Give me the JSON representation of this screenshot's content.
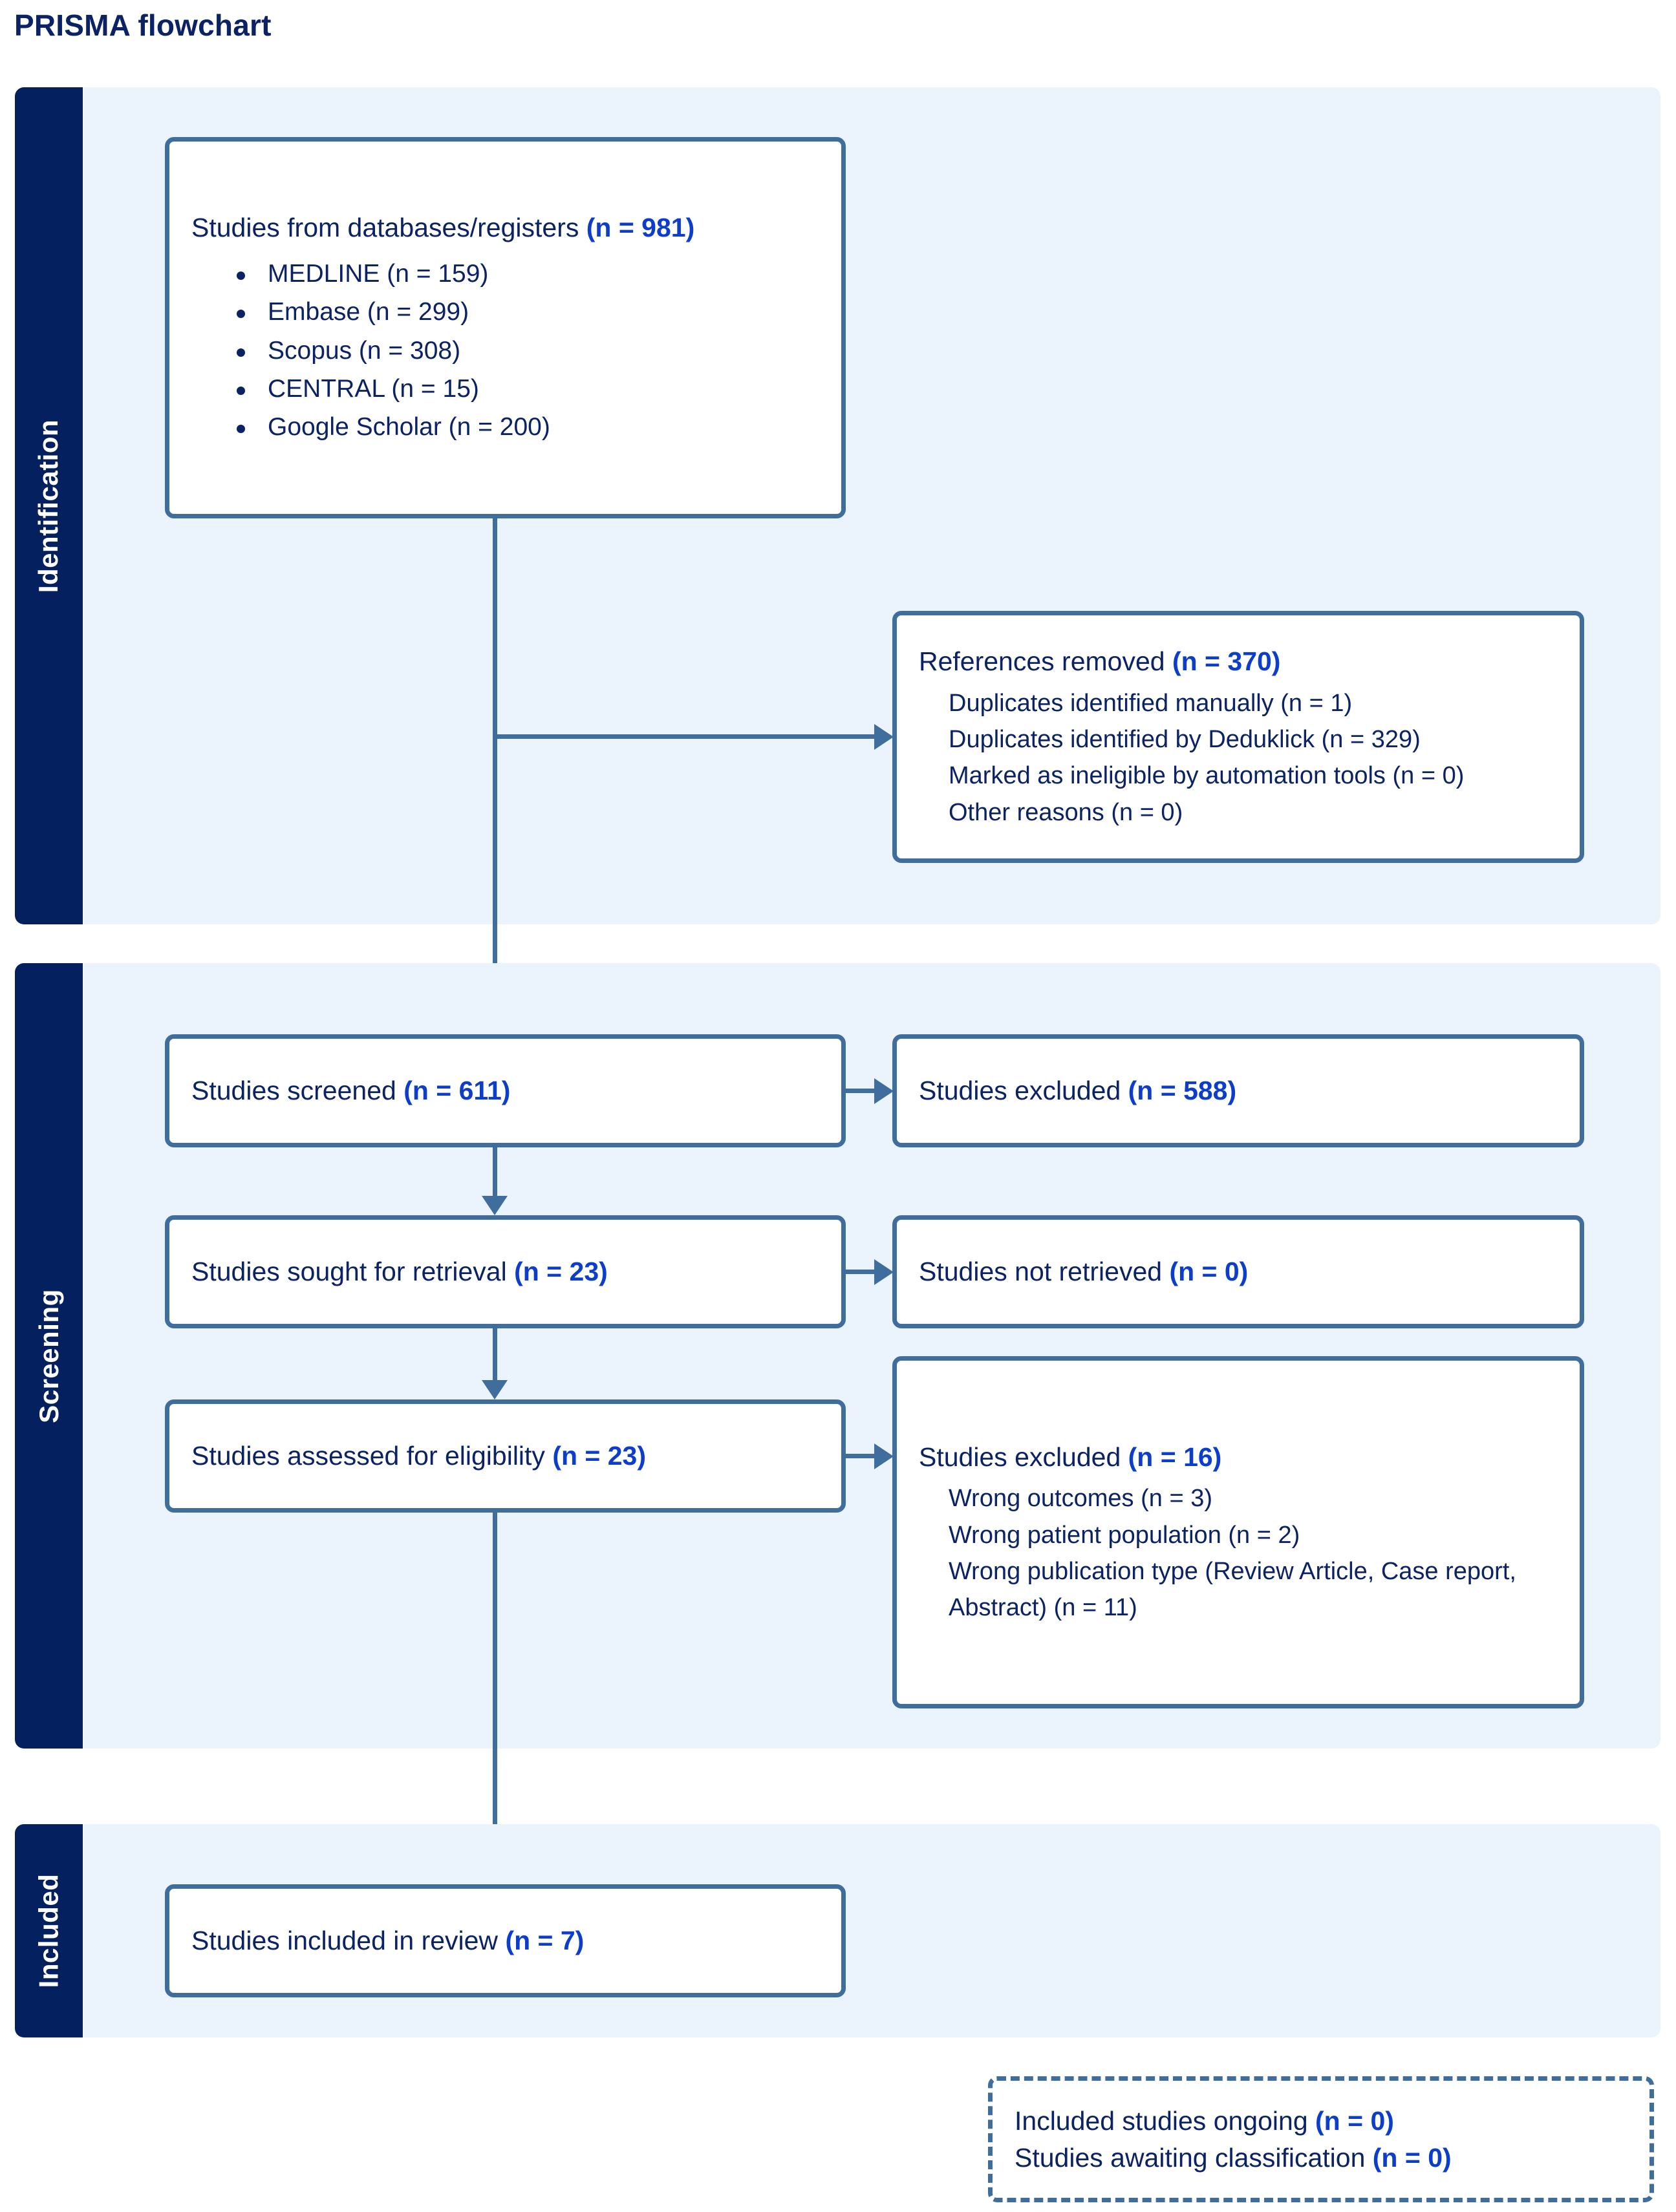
{
  "title": "PRISMA flowchart",
  "colors": {
    "navy_band": "#05205e",
    "light_band": "#ebf3fd",
    "box_border": "#3f6e9c",
    "text": "#0b2265",
    "count_accent": "#0d3ecb"
  },
  "phases": [
    {
      "key": "identification",
      "label": "Identification"
    },
    {
      "key": "screening",
      "label": "Screening"
    },
    {
      "key": "included",
      "label": "Included"
    }
  ],
  "boxes": {
    "databases": {
      "headline_text": "Studies from databases/registers ",
      "headline_count": "(n = 981)",
      "items": [
        "MEDLINE (n = 159)",
        "Embase (n = 299)",
        "Scopus (n = 308)",
        "CENTRAL (n = 15)",
        "Google Scholar (n = 200)"
      ]
    },
    "references_removed": {
      "headline_text": "References removed ",
      "headline_count": "(n = 370)",
      "items": [
        "Duplicates identified manually (n = 1)",
        "Duplicates identified by Deduklick (n = 329)",
        "Marked as ineligible by automation tools (n = 0)",
        "Other reasons (n = 0)"
      ]
    },
    "studies_screened": {
      "headline_text": "Studies screened ",
      "headline_count": "(n = 611)"
    },
    "studies_excluded_screening": {
      "headline_text": "Studies excluded ",
      "headline_count": "(n = 588)"
    },
    "sought_retrieval": {
      "headline_text": "Studies sought for retrieval ",
      "headline_count": "(n = 23)"
    },
    "not_retrieved": {
      "headline_text": "Studies not retrieved ",
      "headline_count": "(n = 0)"
    },
    "assessed_eligibility": {
      "headline_text": "Studies assessed for eligibility ",
      "headline_count": "(n = 23)"
    },
    "studies_excluded_eligibility": {
      "headline_text": "Studies excluded ",
      "headline_count": "(n = 16)",
      "items": [
        "Wrong outcomes (n = 3)",
        "Wrong patient population (n = 2)",
        "Wrong publication type (Review Article, Case report, Abstract) (n = 11)"
      ]
    },
    "included_in_review": {
      "headline_text": "Studies included in review ",
      "headline_count": "(n = 7)"
    },
    "ongoing_awaiting": {
      "line1_text": "Included studies ongoing ",
      "line1_count": "(n = 0)",
      "line2_text": "Studies awaiting classification ",
      "line2_count": "(n = 0)"
    }
  }
}
